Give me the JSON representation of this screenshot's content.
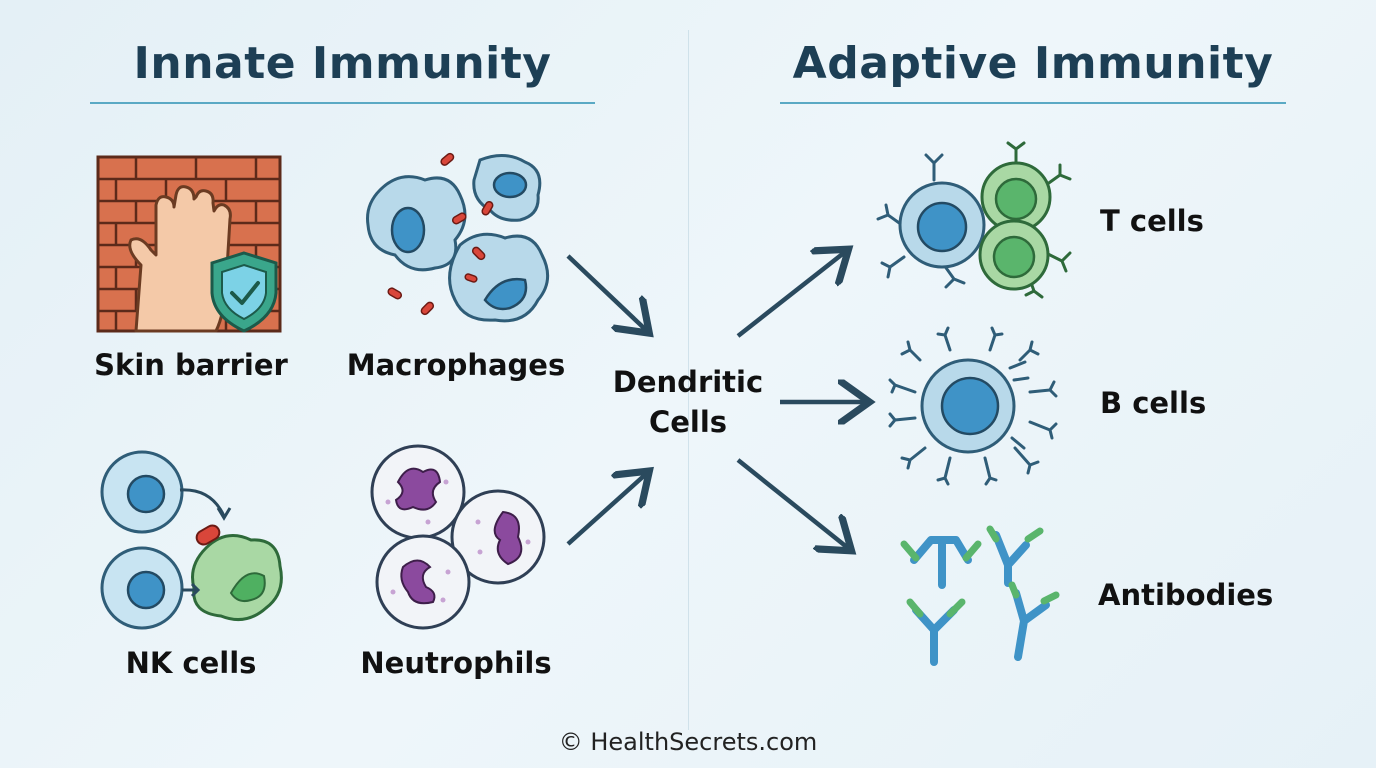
{
  "innate": {
    "title": "Innate Immunity",
    "items": {
      "skin_barrier": "Skin barrier",
      "macrophages": "Macrophages",
      "nk_cells": "NK cells",
      "neutrophils": "Neutrophils"
    }
  },
  "center": {
    "line1": "Dendritic",
    "line2": "Cells"
  },
  "adaptive": {
    "title": "Adaptive Immunity",
    "items": {
      "t_cells": "T cells",
      "b_cells": "B cells",
      "antibodies": "Antibodies"
    }
  },
  "footer": "© HealthSecrets.com",
  "colors": {
    "heading": "#1d3f55",
    "rule": "#5aa9c4",
    "arrow": "#2a4a5e",
    "cell_blue": "#b8d9ea",
    "nucleus_blue": "#3f93c7",
    "cell_green": "#a9d8a4",
    "brick": "#d8714e",
    "pathogen": "#d9463a",
    "nucleus_purple": "#8b4a9e"
  }
}
